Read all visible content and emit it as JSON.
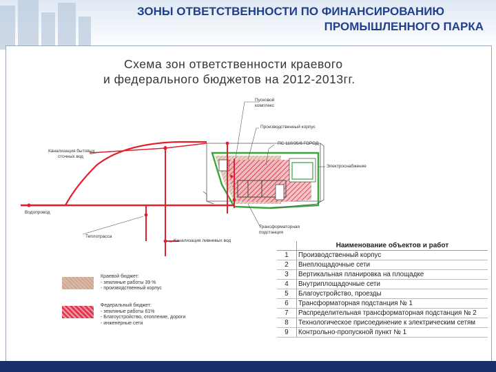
{
  "header": {
    "title_line1": "ЗОНЫ ОТВЕТСТВЕННОСТИ ПО ФИНАНСИРОВАНИЮ",
    "title_line2": "ПРОМЫШЛЕННОГО ПАРКА"
  },
  "scheme": {
    "title_line1": "Схема зон ответственности краевого",
    "title_line2": "и федерального бюджетов на 2012-2013гг.",
    "labels": {
      "pusk_line1": "Пусковой",
      "pusk_line2": "комплекс",
      "prod_korpus": "Производственный корпус",
      "ps": "ПС 110/35/6 ГОРОД",
      "elektro": "Электроснабжение",
      "kanal_line1": "Канализация бытовых",
      "kanal_line2": "сточных вод",
      "vodoprovod": "Водопровод",
      "teplotrassa": "Теплотрасса",
      "kanal_liv": "Канализация ливневых вод",
      "transf_line1": "Трансформаторная",
      "transf_line2": "подстанция"
    }
  },
  "legend": {
    "regional": {
      "color": "#d9b8a4",
      "line1": "Краевой бюджет:",
      "line2": "- земляные работы 39 %",
      "line3": "- производственный корпус"
    },
    "federal": {
      "color": "#e03a52",
      "line1": "Федеральный бюджет:",
      "line2": "- земляные работы 61%",
      "line3": "- Благоустройство, отопление, дороги",
      "line4": "- инженерные сети"
    }
  },
  "objects_table": {
    "header": "Наименование объектов и работ",
    "rows": [
      {
        "num": "1",
        "name": "Производственный корпус"
      },
      {
        "num": "2",
        "name": "Внеплощадочные сети"
      },
      {
        "num": "3",
        "name": "Вертикальная планировка на площадке"
      },
      {
        "num": "4",
        "name": "Внутриплощадочные сети"
      },
      {
        "num": "5",
        "name": "Благоустройство, проезды"
      },
      {
        "num": "6",
        "name": "Трансформаторная подстанция № 1"
      },
      {
        "num": "7",
        "name": "Распределительная трансформаторная подстанция № 2"
      },
      {
        "num": "8",
        "name": "Технологическое присоединение к электрическим сетям"
      },
      {
        "num": "9",
        "name": "Контрольно-пропускной пункт № 1"
      }
    ]
  },
  "colors": {
    "title": "#1f3f8f",
    "network_red": "#e0202c",
    "zone_green": "#3aa53a"
  }
}
